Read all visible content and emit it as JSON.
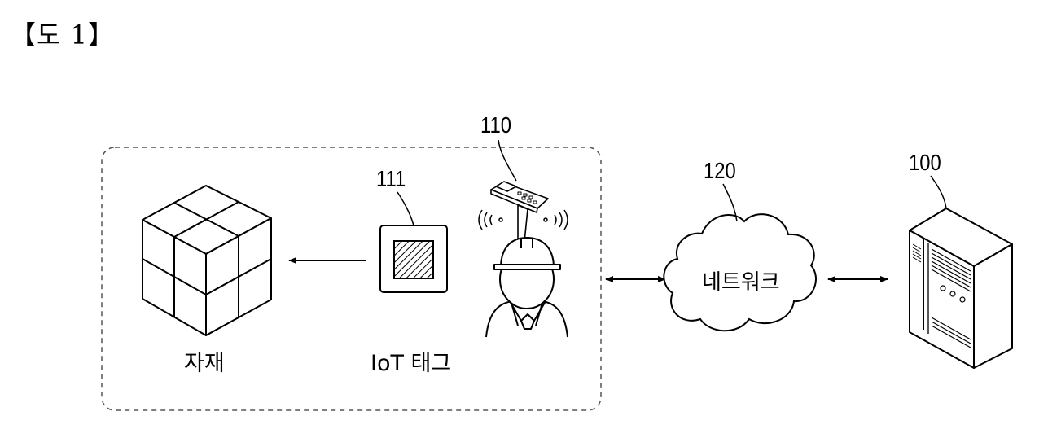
{
  "figure": {
    "title": "【도 1】"
  },
  "labels": {
    "material": "자재",
    "iot_tag": "IoT 태그",
    "network": "네트워크"
  },
  "reference_numerals": {
    "server": "100",
    "worker_terminal": "110",
    "iot_tag": "111",
    "network": "120"
  }
}
